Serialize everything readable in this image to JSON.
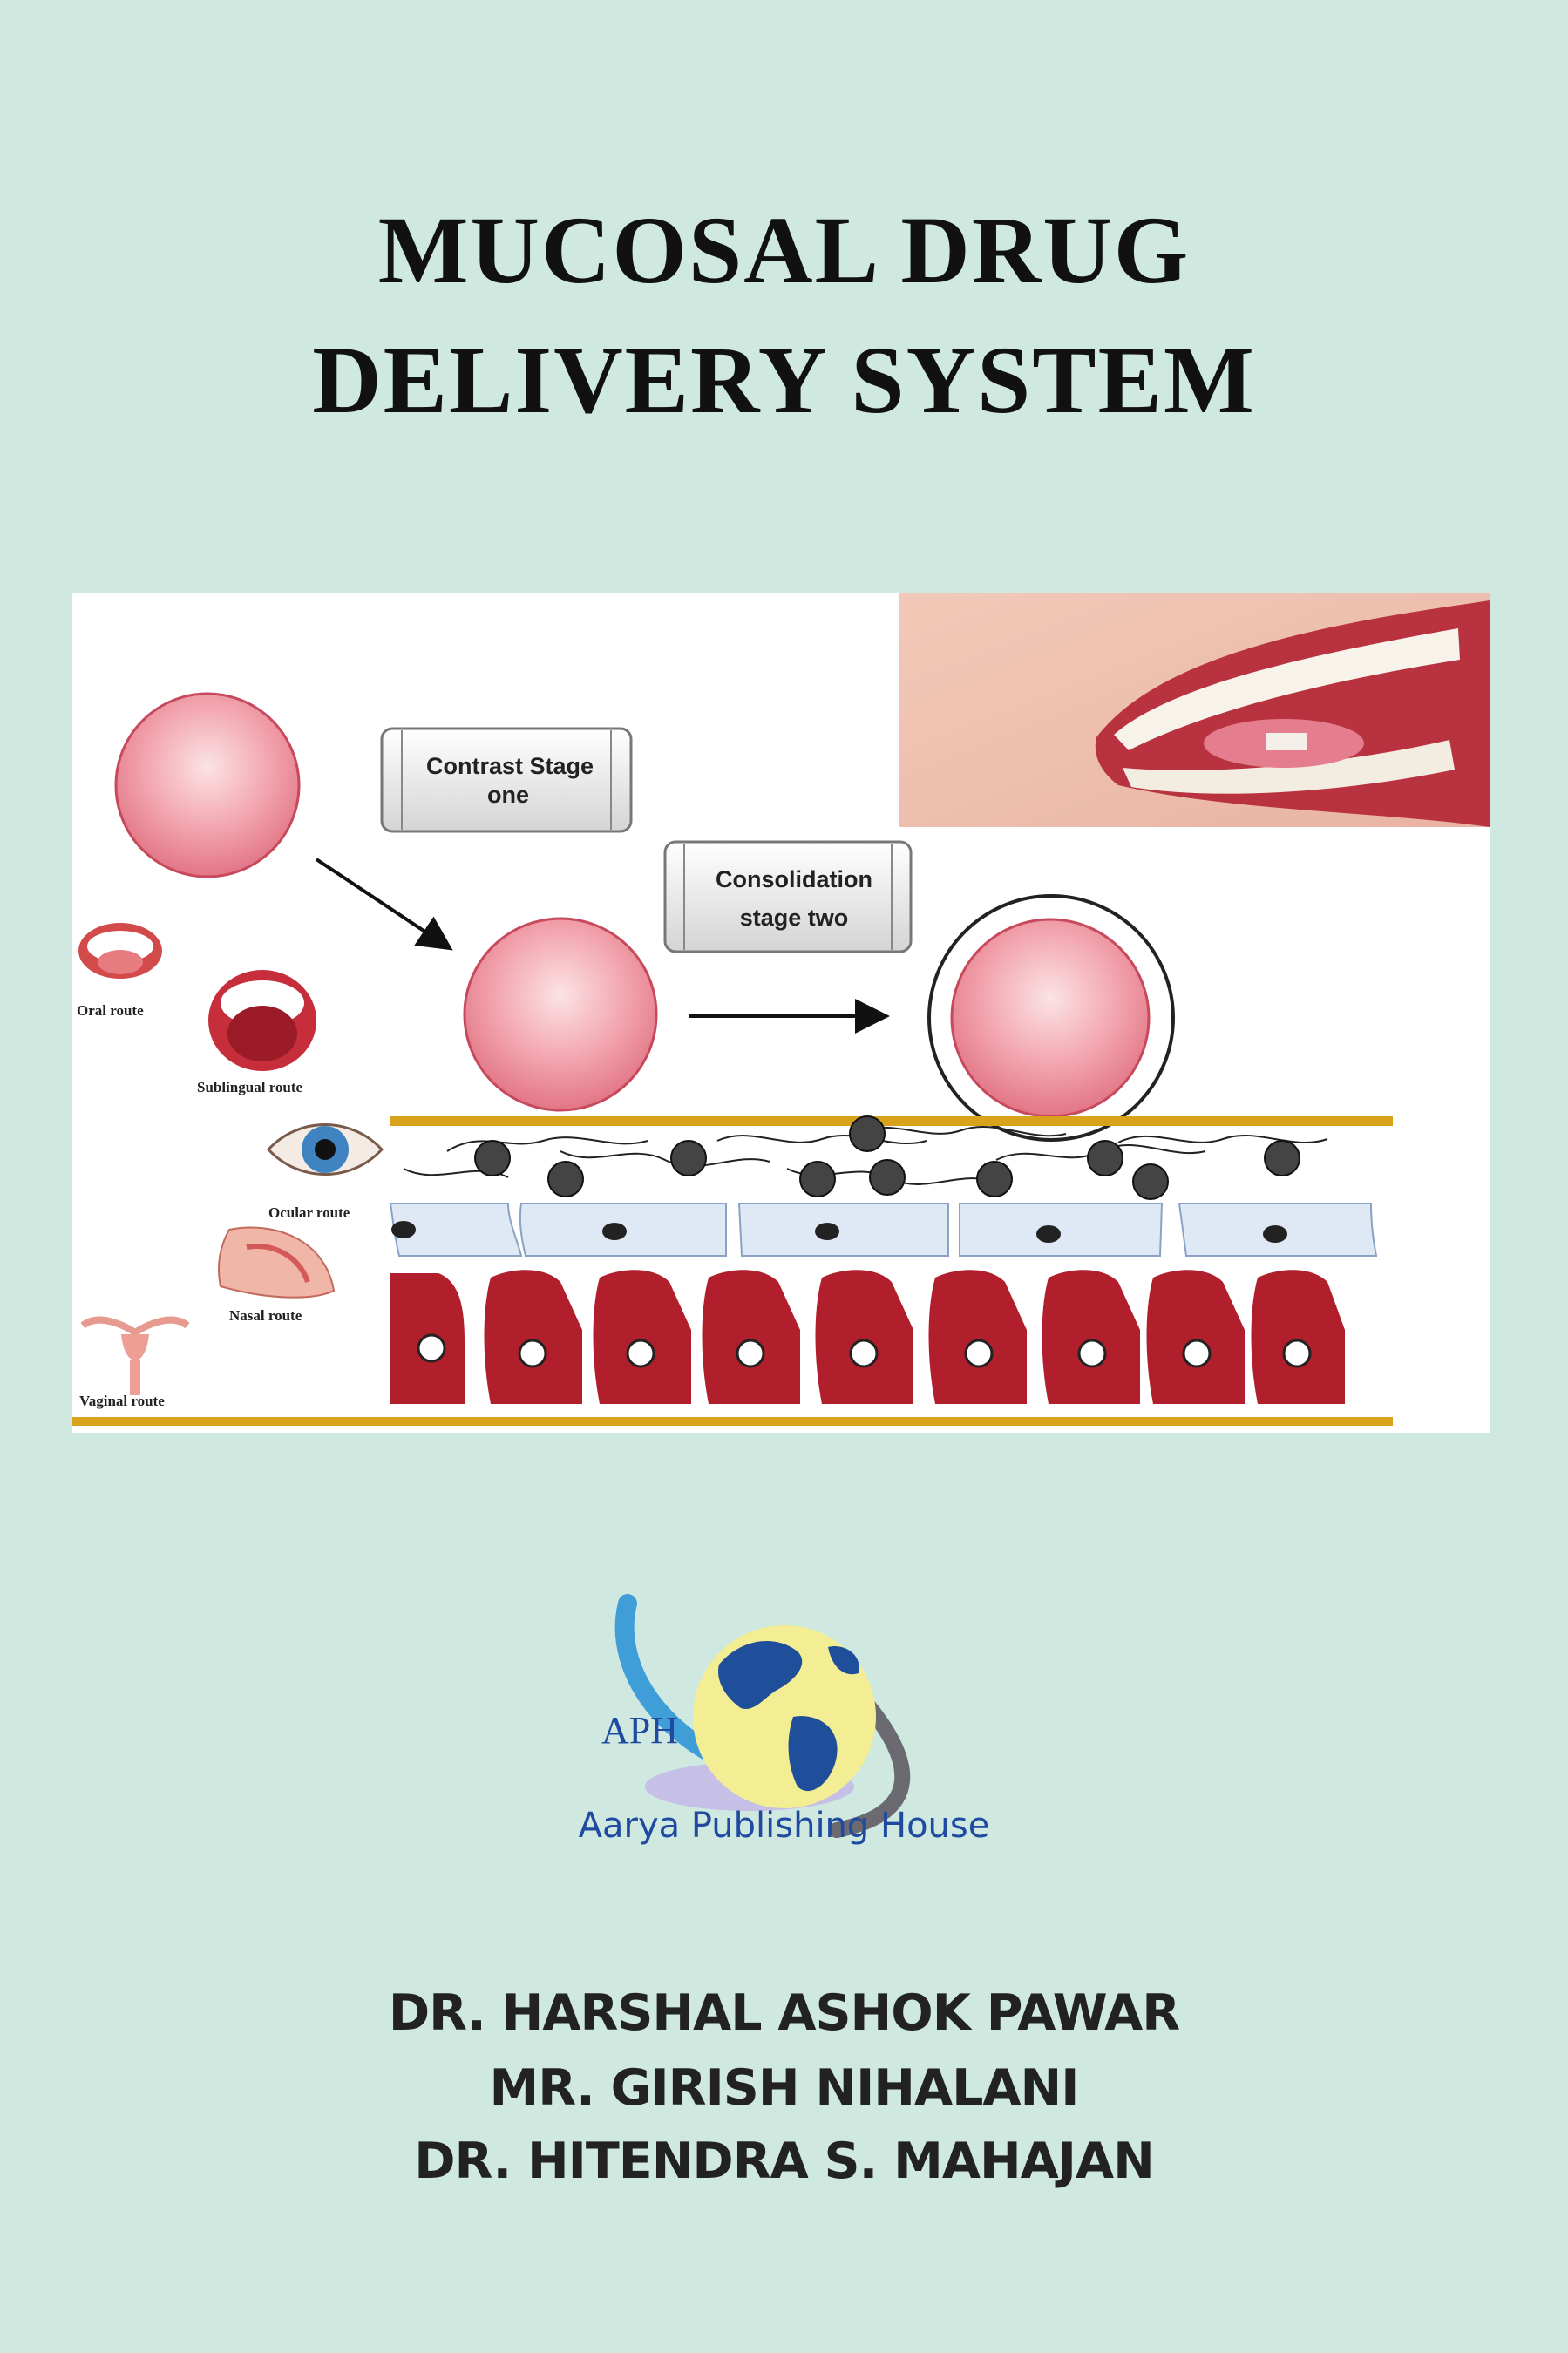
{
  "book": {
    "title_line1": "MUCOSAL DRUG",
    "title_line2": "DELIVERY SYSTEM"
  },
  "figure": {
    "stage_one_line1": "Contrast Stage",
    "stage_one_line2": "one",
    "stage_two_line1": "Consolidation",
    "stage_two_line2": "stage two",
    "routes": [
      "Oral route",
      "Sublingual route",
      "Ocular route",
      "Nasal route",
      "Vaginal route"
    ]
  },
  "publisher": {
    "abbr": "APH",
    "name": "Aarya Publishing House"
  },
  "authors": [
    "DR. HARSHAL ASHOK PAWAR",
    "MR. GIRISH NIHALANI",
    "DR. HITENDRA S. MAHAJAN"
  ],
  "colors": {
    "background": "#cfe9e1",
    "cell_red": "#b01f2b",
    "membrane_gold": "#d9a21b",
    "publisher_blue": "#1f4aa0",
    "globe_yellow": "#f3ee93"
  }
}
